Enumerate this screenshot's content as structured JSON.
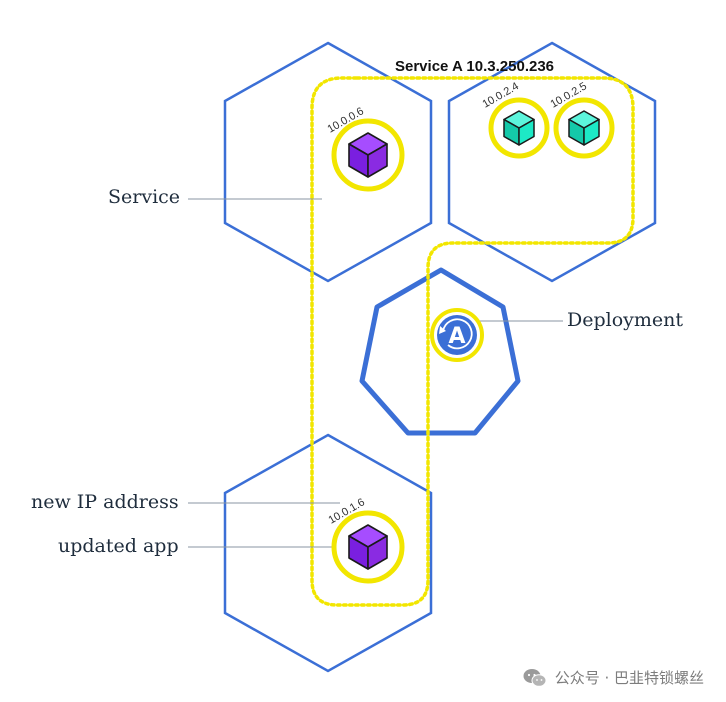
{
  "labels": {
    "service": "Service",
    "deployment": "Deployment",
    "new_ip": "new IP address",
    "updated_app": "updated app"
  },
  "service_title": "Service A 10.3.250.236",
  "pods": [
    {
      "ip": "10.0.0.6",
      "color": "#8a2be2"
    },
    {
      "ip": "10.0.2.4",
      "color": "#1de9c6"
    },
    {
      "ip": "10.0.2.5",
      "color": "#1de9c6"
    },
    {
      "ip": "10.0.1.6",
      "color": "#8a2be2"
    }
  ],
  "deployment_icon_letter": "A",
  "watermark": "公众号 · 巴韭特锁螺丝",
  "colors": {
    "node_outline": "#3b6fd6",
    "service_boundary": "#f2e600",
    "pod_ring": "#f2e600",
    "deployment_fill": "#3b6fd6"
  }
}
